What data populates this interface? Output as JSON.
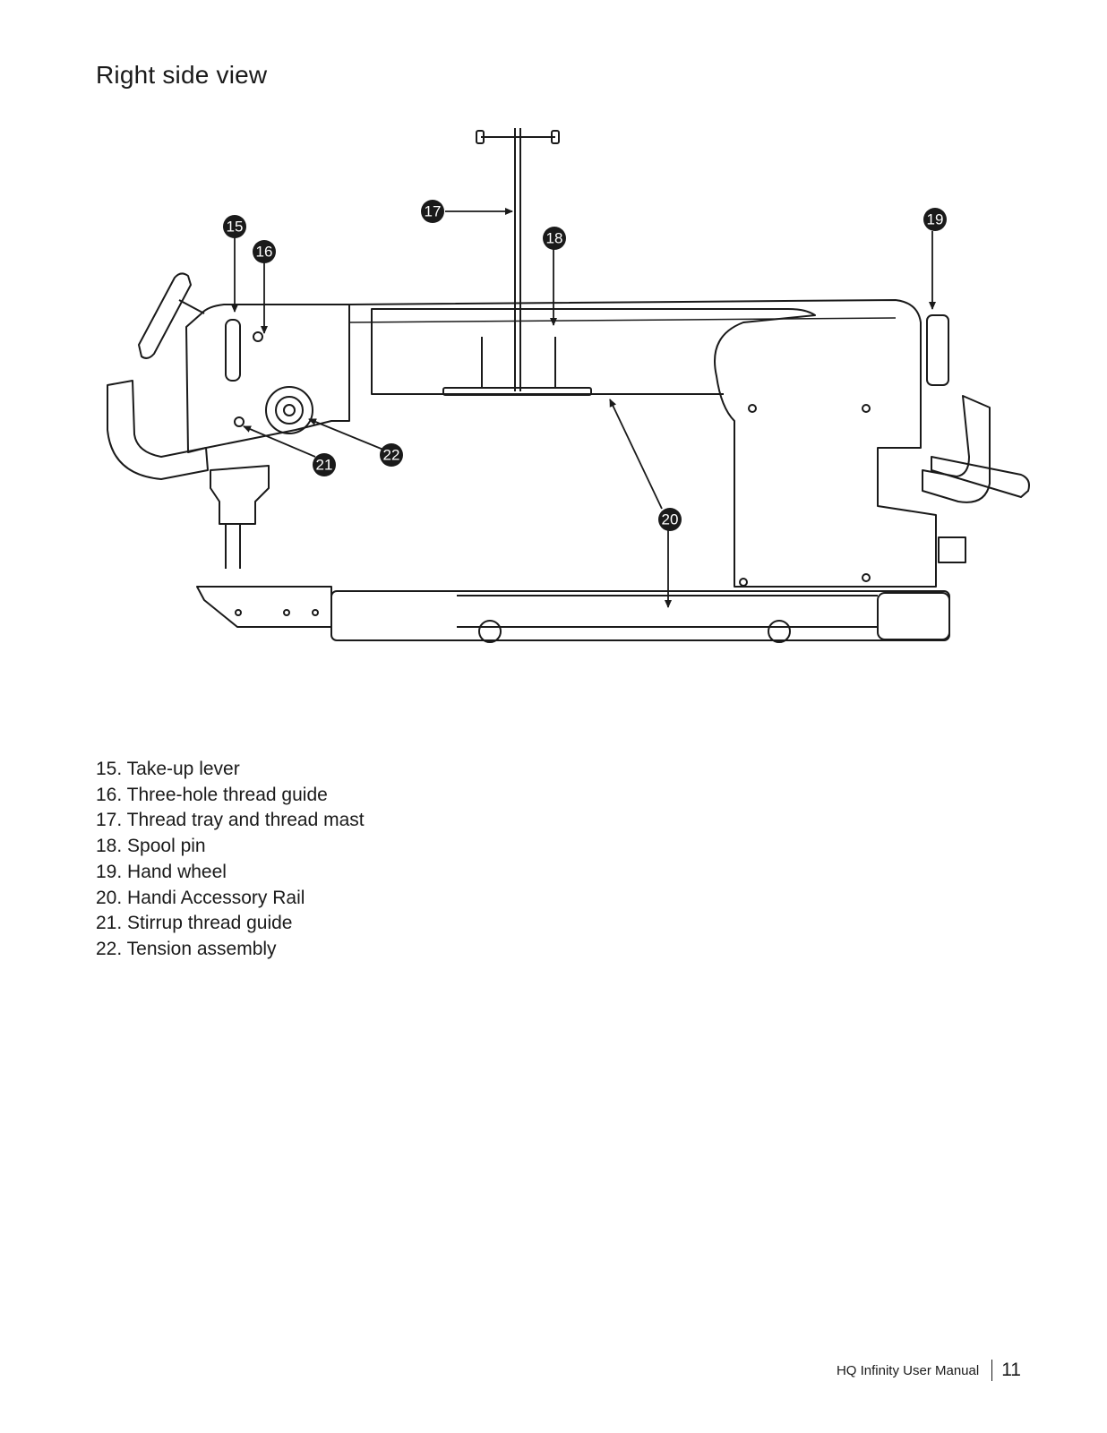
{
  "page": {
    "title": "Right side view"
  },
  "callouts": [
    {
      "number": "15"
    },
    {
      "number": "16"
    },
    {
      "number": "17"
    },
    {
      "number": "18"
    },
    {
      "number": "19"
    },
    {
      "number": "20"
    },
    {
      "number": "21"
    },
    {
      "number": "22"
    }
  ],
  "parts": [
    "15. Take-up lever",
    "16. Three-hole thread guide",
    "17. Thread tray and thread mast",
    "18. Spool pin",
    "19. Hand wheel",
    "20. Handi Accessory Rail",
    "21. Stirrup thread guide",
    "22. Tension assembly"
  ],
  "footer": {
    "manual_title": "HQ Infinity User Manual",
    "page_number": "11"
  }
}
